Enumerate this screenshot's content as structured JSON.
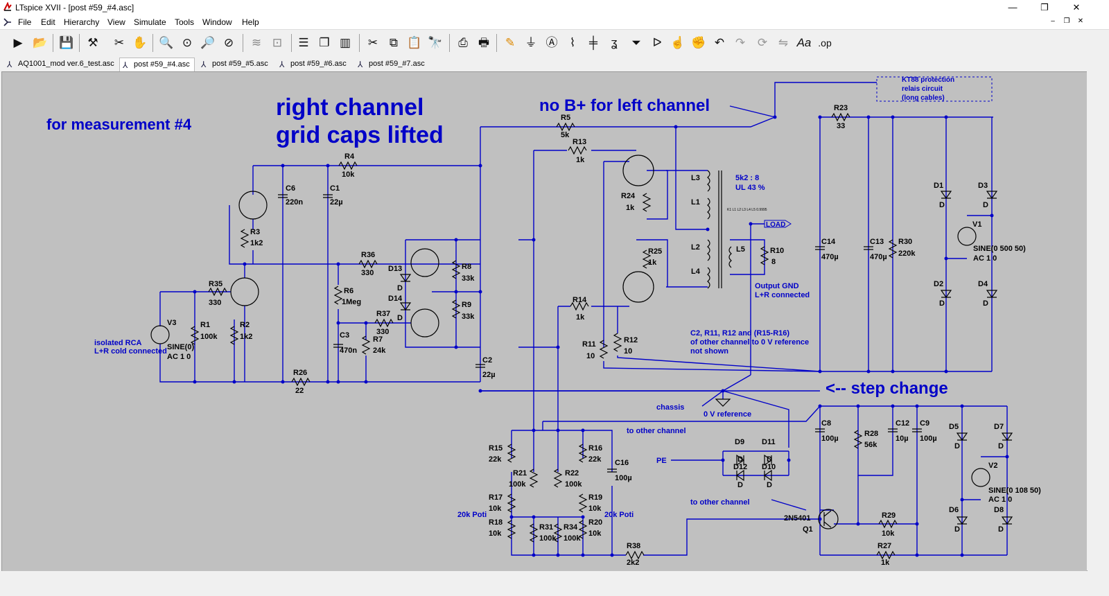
{
  "window": {
    "title": "LTspice XVII - [post #59_#4.asc]",
    "minimize": "—",
    "maximize": "❐",
    "close": "✕"
  },
  "menu": {
    "items": [
      "File",
      "Edit",
      "Hierarchy",
      "View",
      "Simulate",
      "Tools",
      "Window",
      "Help"
    ],
    "mdi": [
      "–",
      "❐",
      "✕"
    ]
  },
  "toolbar": {
    "icons": [
      "run-icon",
      "open-icon",
      "save-icon",
      "control-panel-icon",
      "halt-icon",
      "pan-icon",
      "zoom-in-icon",
      "zoom-full-icon",
      "zoom-out-icon",
      "zoom-cancel-icon",
      "autorange-icon",
      "fit-icon",
      "tile-horizontal-icon",
      "cascade-icon",
      "tile-vertical-icon",
      "cut-icon",
      "copy-icon",
      "paste-icon",
      "find-icon",
      "print-setup-icon",
      "print-icon",
      "draw-wire-icon",
      "ground-icon",
      "label-net-icon",
      "resistor-icon",
      "capacitor-icon",
      "inductor-icon",
      "diode-icon",
      "component-icon",
      "move-icon",
      "drag-icon",
      "undo-icon",
      "redo-icon",
      "rotate-icon",
      "mirror-icon",
      "text-icon",
      "spice-directive-icon"
    ]
  },
  "tabs": [
    {
      "label": "AQ1001_mod ver.6_test.asc",
      "active": false
    },
    {
      "label": "post #59_#4.asc",
      "active": true
    },
    {
      "label": "post #59_#5.asc",
      "active": false
    },
    {
      "label": "post #59_#6.asc",
      "active": false
    },
    {
      "label": "post #59_#7.asc",
      "active": false
    }
  ],
  "colors": {
    "canvas_bg": "#c0c0c0",
    "wire": "#0000c8",
    "component": "#000000",
    "annotation": "#0000c8"
  },
  "schematic": {
    "notes": {
      "measurement": "for measurement #4",
      "right_channel_1": "right channel",
      "right_channel_2": "grid caps lifted",
      "no_bplus": "no B+ for left channel",
      "kt88_1": "KT88 protection",
      "kt88_2": "relais circuit",
      "kt88_3": "(long cables)",
      "ratio_1": "5k2 : 8",
      "ratio_2": "UL 43 %",
      "k_stmt": "K1 L1 L2 L3 L4 L5 0.9995",
      "out_gnd_1": "Output GND",
      "out_gnd_2": "L+R connected",
      "c2note_1": "C2, R11, R12 and (R15-R16)",
      "c2note_2": "of other channel to 0 V reference",
      "c2note_3": "not shown",
      "step": "<-- step change",
      "chassis": "chassis",
      "zero_ref": "0 V reference",
      "other_ch_1": "to other channel",
      "other_ch_2": "to other channel",
      "pe": "PE",
      "poti_1": "20k Poti",
      "poti_2": "20k Poti",
      "iso_1": "isolated RCA",
      "iso_2": "L+R cold connected",
      "load": "LOAD"
    },
    "parts": {
      "R4": [
        "R4",
        "10k"
      ],
      "R5": [
        "R5",
        "5k"
      ],
      "R13": [
        "R13",
        "1k"
      ],
      "R23": [
        "R23",
        "33"
      ],
      "C6": [
        "C6",
        "220n"
      ],
      "C1": [
        "C1",
        "22µ"
      ],
      "R3": [
        "R3",
        "1k2"
      ],
      "R36": [
        "R36",
        "330"
      ],
      "R35": [
        "R35",
        "330"
      ],
      "R1": [
        "R1",
        "100k"
      ],
      "R2": [
        "R2",
        "1k2"
      ],
      "V3": [
        "V3",
        "SINE(0)",
        "AC 1 0"
      ],
      "R6": [
        "R6",
        "1Meg"
      ],
      "R37": [
        "R37",
        "330"
      ],
      "R7": [
        "R7",
        "24k"
      ],
      "C3": [
        "C3",
        "470n"
      ],
      "R26": [
        "R26",
        "22"
      ],
      "R8": [
        "R8",
        "33k"
      ],
      "R9": [
        "R9",
        "33k"
      ],
      "C2": [
        "C2",
        "22µ"
      ],
      "D13": [
        "D13",
        "D"
      ],
      "D14": [
        "D14",
        "D"
      ],
      "R24": [
        "R24",
        "1k"
      ],
      "R25": [
        "R25",
        "1k"
      ],
      "R14": [
        "R14",
        "1k"
      ],
      "R11": [
        "R11",
        "10"
      ],
      "R12": [
        "R12",
        "10"
      ],
      "L3": [
        "L3"
      ],
      "L1": [
        "L1"
      ],
      "L2": [
        "L2"
      ],
      "L4": [
        "L4"
      ],
      "L5": [
        "L5"
      ],
      "R10": [
        "R10",
        "8"
      ],
      "C14": [
        "C14",
        "470µ"
      ],
      "C13": [
        "C13",
        "470µ"
      ],
      "R30": [
        "R30",
        "220k"
      ],
      "D1": [
        "D1",
        "D"
      ],
      "D2": [
        "D2",
        "D"
      ],
      "D3": [
        "D3",
        "D"
      ],
      "D4": [
        "D4",
        "D"
      ],
      "V1": [
        "V1",
        "SINE(0 500 50)",
        "AC 1 0"
      ],
      "C8": [
        "C8",
        "100µ"
      ],
      "R28": [
        "R28",
        "56k"
      ],
      "C12": [
        "C12",
        "10µ"
      ],
      "C9": [
        "C9",
        "100µ"
      ],
      "D5": [
        "D5",
        "D"
      ],
      "D6": [
        "D6",
        "D"
      ],
      "D7": [
        "D7",
        "D"
      ],
      "D8": [
        "D8",
        "D"
      ],
      "V2": [
        "V2",
        "SINE(0 108 50)",
        "AC 1 0"
      ],
      "Q1": [
        "Q1",
        "2N5401"
      ],
      "R29": [
        "R29",
        "10k"
      ],
      "R27": [
        "R27",
        "1k"
      ],
      "R38": [
        "R38",
        "2k2"
      ],
      "R15": [
        "R15",
        "22k"
      ],
      "R16": [
        "R16",
        "22k"
      ],
      "R21": [
        "R21",
        "100k"
      ],
      "R22": [
        "R22",
        "100k"
      ],
      "R17": [
        "R17",
        "10k"
      ],
      "R18": [
        "R18",
        "10k"
      ],
      "R19": [
        "R19",
        "10k"
      ],
      "R20": [
        "R20",
        "10k"
      ],
      "R31": [
        "R31",
        "100k"
      ],
      "R34": [
        "R34",
        "100k"
      ],
      "C16": [
        "C16",
        "100µ"
      ],
      "D9": [
        "D9",
        "D"
      ],
      "D10": [
        "D10",
        "D"
      ],
      "D11": [
        "D11",
        "D"
      ],
      "D12": [
        "D12",
        "D"
      ]
    }
  }
}
